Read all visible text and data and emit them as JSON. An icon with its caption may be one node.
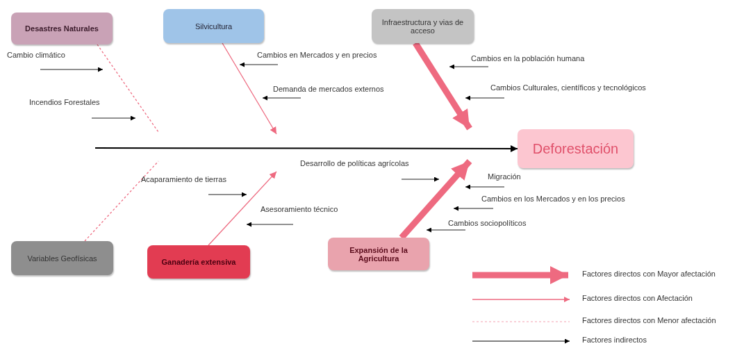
{
  "diagram": {
    "nodes": [
      {
        "text": [
          "Desastres Naturales"
        ]
      },
      {
        "text": [
          "Silvicultura"
        ]
      },
      {
        "text": [
          "Infraestructura y vias de acceso"
        ]
      },
      {
        "text": [
          "Deforestación"
        ]
      },
      {
        "text": [
          "Variables Geofísicas"
        ]
      },
      {
        "text": [
          "Ganadería extensiva"
        ]
      },
      {
        "text": [
          "Expansión de la Agricultura"
        ]
      }
    ],
    "edges": [
      {
        "from": 0,
        "to": null,
        "arrow": "none",
        "style": "dashed"
      },
      {
        "from": 1,
        "to": null,
        "arrow": "to"
      },
      {
        "from": 2,
        "to": null,
        "arrow": "to",
        "style": "thick"
      },
      {
        "from": 4,
        "to": null,
        "arrow": "none",
        "style": "dashed"
      },
      {
        "from": 5,
        "to": null,
        "arrow": "to"
      },
      {
        "from": 6,
        "to": null,
        "arrow": "to",
        "style": "thick"
      },
      {
        "from": null,
        "to": 3,
        "arrow": "to",
        "color": "#000000"
      }
    ],
    "labels": [
      "Cambio climático",
      "Cambios en Mercados y en precios",
      "Cambios en la población humana",
      "Cambios Culturales, científicos y tecnológicos",
      "Demanda de mercados externos",
      "Incendios Forestales",
      "Desarrollo de políticas agrícolas",
      "Migración",
      "Acaparamiento de tierras",
      "Cambios en los Mercados y en los precios",
      "Asesoramiento técnico",
      "Cambios sociopolíticos"
    ],
    "legend": [
      {
        "text": "Factores directos con Mayor afectación"
      },
      {
        "text": "Factores directos con Afectación"
      },
      {
        "text": "Factores directos con Menor afectación"
      },
      {
        "text": "Factores indirectos"
      }
    ]
  }
}
